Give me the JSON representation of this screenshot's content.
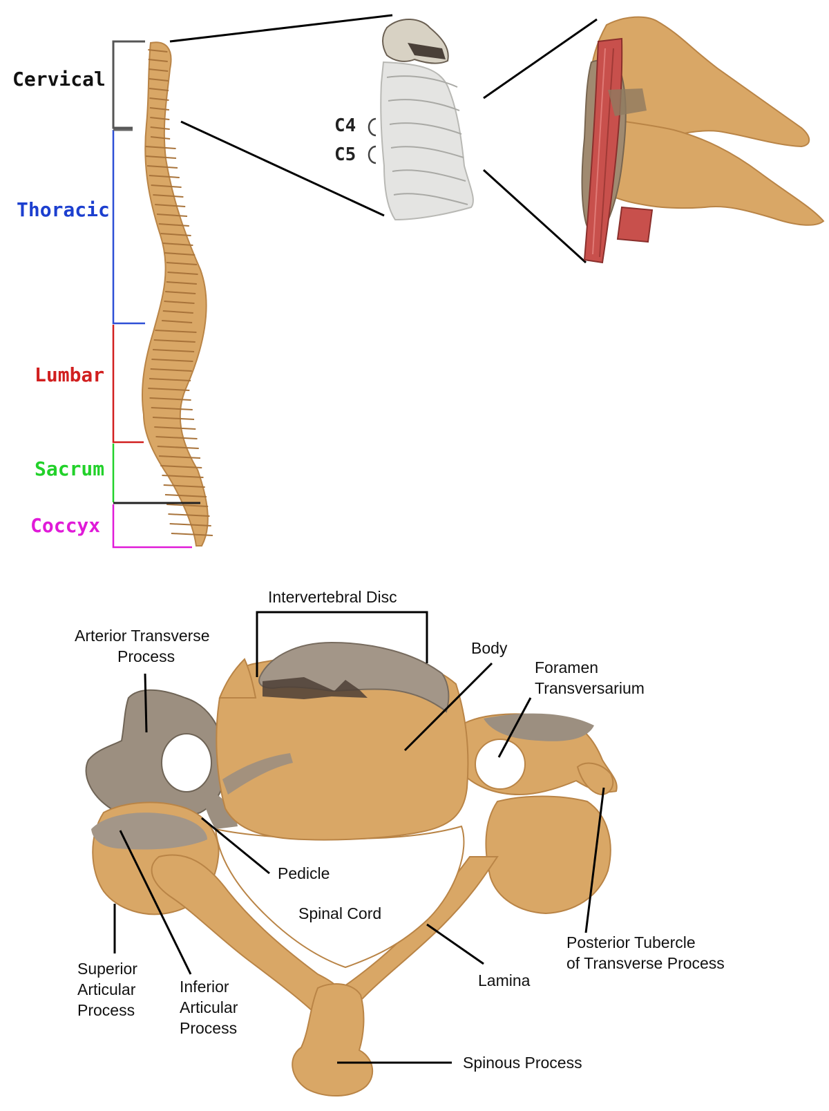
{
  "spine_regions": [
    {
      "label": "Cervical",
      "color": "#111111"
    },
    {
      "label": "Thoracic",
      "color": "#1c3fcf"
    },
    {
      "label": "Lumbar",
      "color": "#d11f1f"
    },
    {
      "label": "Sacrum",
      "color": "#22d12a"
    },
    {
      "label": "Coccyx",
      "color": "#e01ad8"
    }
  ],
  "cervical_labels": [
    "C4",
    "C5"
  ],
  "vertebra_parts": {
    "intervertebral_disc": "Intervertebral Disc",
    "anterior_transverse_1": "Arterior Transverse",
    "anterior_transverse_2": "Process",
    "body": "Body",
    "foramen_1": "Foramen",
    "foramen_2": "Transversarium",
    "pedicle": "Pedicle",
    "spinal_cord": "Spinal Cord",
    "posterior_tubercle_1": "Posterior Tubercle",
    "posterior_tubercle_2": "of Transverse Process",
    "lamina": "Lamina",
    "superior_1": "Superior",
    "superior_2": "Articular",
    "superior_3": "Process",
    "inferior_1": "Inferior",
    "inferior_2": "Articular",
    "inferior_3": "Process",
    "spinous_process": "Spinous Process"
  },
  "colors": {
    "bone": "#d9a766",
    "bone_dark": "#b98446",
    "bone_grey": "#9c8f80",
    "pale_bone": "#e4e4e2",
    "muscle": "#c8504c"
  }
}
